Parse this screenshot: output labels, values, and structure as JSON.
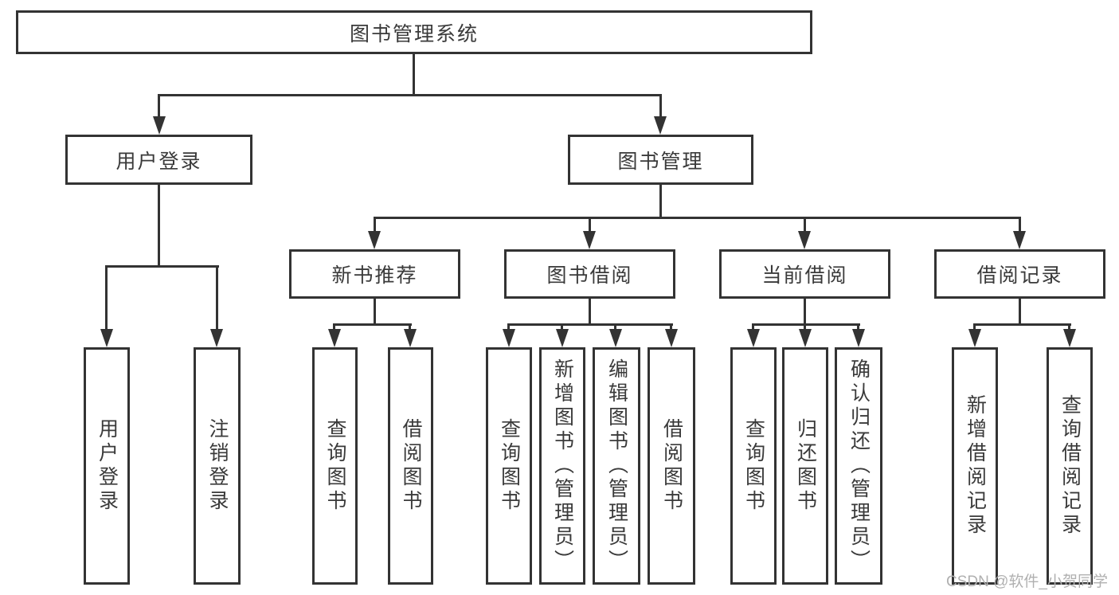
{
  "tree": {
    "root": {
      "label": "图书管理系统"
    },
    "branches": [
      {
        "label": "用户登录",
        "children": [
          {
            "label": "用户登录"
          },
          {
            "label": "注销登录"
          }
        ]
      },
      {
        "label": "图书管理",
        "children": [
          {
            "label": "新书推荐",
            "children": [
              {
                "label": "查询图书"
              },
              {
                "label": "借阅图书"
              }
            ]
          },
          {
            "label": "图书借阅",
            "children": [
              {
                "label": "查询图书"
              },
              {
                "label": "新增图书（管理员）"
              },
              {
                "label": "编辑图书（管理员）"
              },
              {
                "label": "借阅图书"
              }
            ]
          },
          {
            "label": "当前借阅",
            "children": [
              {
                "label": "查询图书"
              },
              {
                "label": "归还图书"
              },
              {
                "label": "确认归还（管理员）"
              }
            ]
          },
          {
            "label": "借阅记录",
            "children": [
              {
                "label": "新增借阅记录"
              },
              {
                "label": "查询借阅记录"
              }
            ]
          }
        ]
      }
    ]
  },
  "watermark": {
    "text": "CSDN @软件_小贺同学"
  },
  "colors": {
    "stroke": "#333333",
    "text": "#3a3a3a",
    "watermark": "#b0b0b0",
    "background": "#ffffff"
  }
}
